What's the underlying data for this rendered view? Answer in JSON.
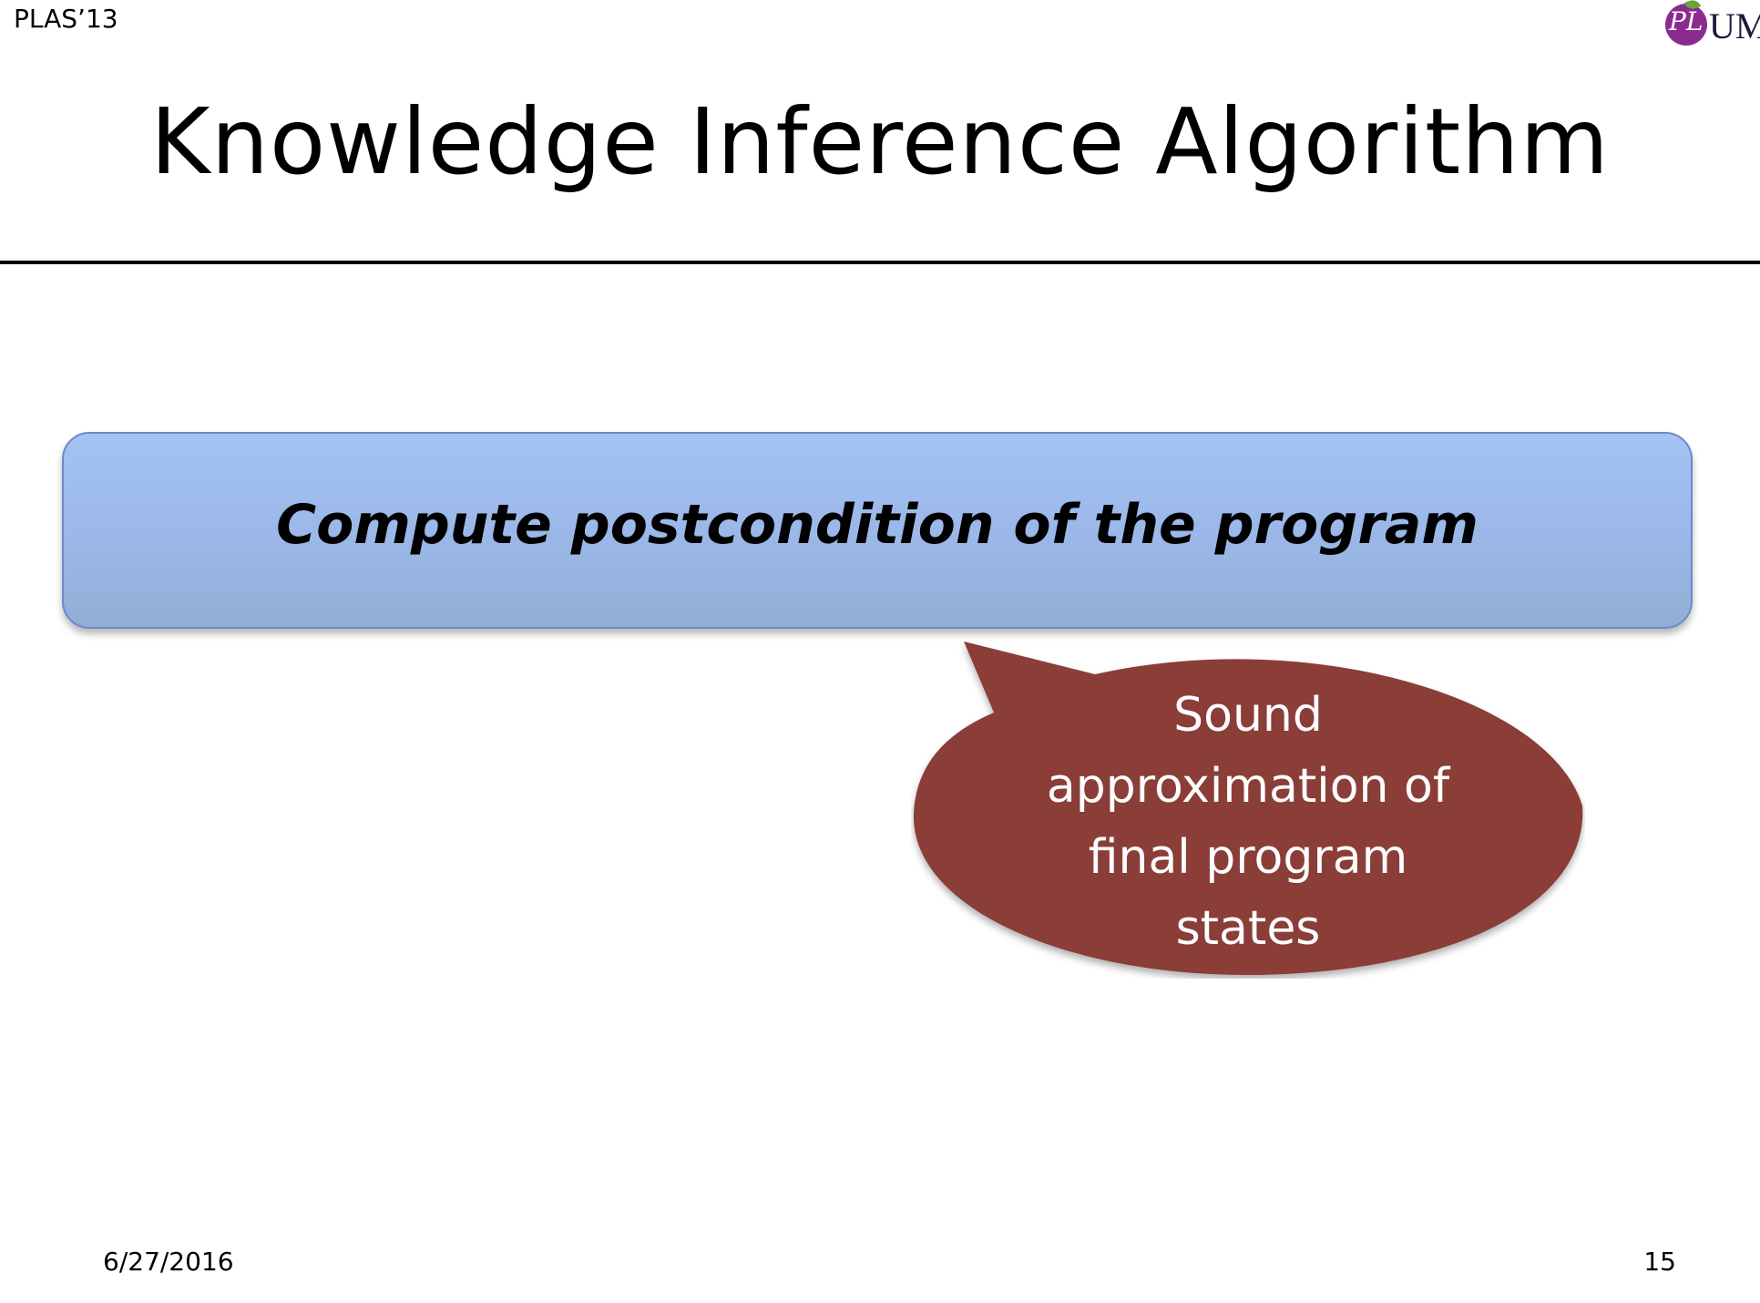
{
  "header": {
    "conference": "PLAS’13",
    "logo": {
      "mark": "PL",
      "text": "UM",
      "icon": "pl-um-logo-icon",
      "color": "#8a2b8f"
    }
  },
  "slide": {
    "title": "Knowledge Inference Algorithm",
    "banner": {
      "text": "Compute postcondition of the program",
      "color": "#a4c2f4"
    },
    "callout": {
      "lines": [
        "Sound",
        "approximation of",
        "final program",
        "states"
      ],
      "color": "#8b3c39"
    }
  },
  "footer": {
    "date": "6/27/2016",
    "page_number": "15"
  }
}
